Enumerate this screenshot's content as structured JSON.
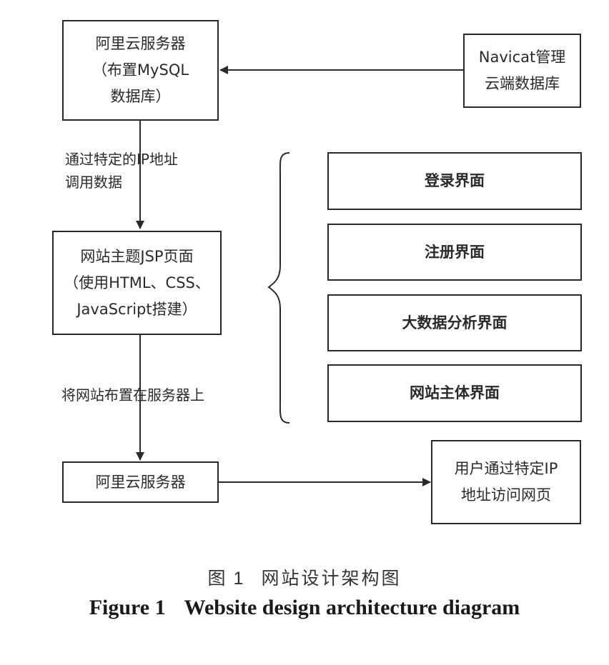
{
  "boxes": {
    "server_top": "阿里云服务器\n（布置MySQL\n数据库）",
    "navicat": "Navicat管理\n云端数据库",
    "jsp": "网站主题JSP页面\n（使用HTML、CSS、\nJavaScript搭建）",
    "server_bottom": "阿里云服务器",
    "user": "用户通过特定IP\n地址访问网页",
    "login": "登录界面",
    "register": "注册界面",
    "bigdata": "大数据分析界面",
    "main": "网站主体界面"
  },
  "labels": {
    "edge_ip": "通过特定的IP地址\n调用数据",
    "edge_deploy": "将网站布置在服务器上"
  },
  "caption": {
    "cn_prefix": "图",
    "cn_number": "1",
    "cn_title": "网站设计架构图",
    "en_prefix": "Figure 1",
    "en_title": "Website design architecture diagram"
  }
}
